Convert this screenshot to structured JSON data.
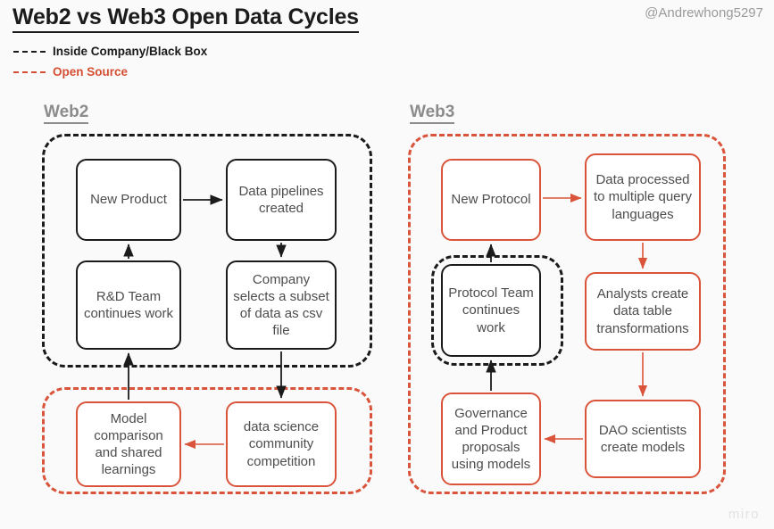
{
  "header": {
    "title": "Web2 vs Web3 Open Data Cycles",
    "handle": "@Andrewhong5297"
  },
  "legend": {
    "items": [
      {
        "label": "Inside Company/Black Box",
        "color": "#1b1b1b",
        "style": "dashed"
      },
      {
        "label": "Open Source",
        "color": "#d44f33",
        "style": "dashed"
      }
    ]
  },
  "sections": {
    "web2": {
      "label": "Web2"
    },
    "web3": {
      "label": "Web3"
    }
  },
  "groups": {
    "web2_company": {
      "name": "Inside Company/Black Box",
      "color": "#1b1b1b"
    },
    "web2_open": {
      "name": "Open Source",
      "color": "#d9543a"
    },
    "web3_open": {
      "name": "Open Source",
      "color": "#d9543a"
    },
    "web3_company": {
      "name": "Inside Company/Black Box",
      "color": "#1b1b1b"
    }
  },
  "nodes": {
    "web2": [
      {
        "id": "new-product",
        "label": "New Product",
        "color": "black"
      },
      {
        "id": "data-pipelines",
        "label": "Data pipelines created",
        "color": "black"
      },
      {
        "id": "rd-team",
        "label": "R&D Team continues work",
        "color": "black"
      },
      {
        "id": "company-selects",
        "label": "Company selects a subset of data as csv file",
        "color": "black"
      },
      {
        "id": "model-comparison",
        "label": "Model comparison and shared learnings",
        "color": "orange"
      },
      {
        "id": "data-science",
        "label": "data science community competition",
        "color": "orange"
      }
    ],
    "web3": [
      {
        "id": "new-protocol",
        "label": "New Protocol",
        "color": "orange"
      },
      {
        "id": "data-processed",
        "label": "Data processed to multiple query languages",
        "color": "orange"
      },
      {
        "id": "protocol-team",
        "label": "Protocol Team continues work",
        "color": "black"
      },
      {
        "id": "analysts",
        "label": "Analysts create data table transformations",
        "color": "orange"
      },
      {
        "id": "governance",
        "label": "Governance and Product proposals using models",
        "color": "orange"
      },
      {
        "id": "dao",
        "label": "DAO scientists create models",
        "color": "orange"
      }
    ]
  },
  "edges": {
    "web2": [
      {
        "from": "new-product",
        "to": "data-pipelines",
        "color": "#1b1b1b"
      },
      {
        "from": "data-pipelines",
        "to": "company-selects",
        "color": "#1b1b1b"
      },
      {
        "from": "company-selects",
        "to": "data-science",
        "color": "#1b1b1b"
      },
      {
        "from": "data-science",
        "to": "model-comparison",
        "color": "#d9543a"
      },
      {
        "from": "model-comparison",
        "to": "rd-team",
        "color": "#1b1b1b"
      },
      {
        "from": "rd-team",
        "to": "new-product",
        "color": "#1b1b1b"
      }
    ],
    "web3": [
      {
        "from": "new-protocol",
        "to": "data-processed",
        "color": "#d9543a"
      },
      {
        "from": "data-processed",
        "to": "analysts",
        "color": "#d9543a"
      },
      {
        "from": "analysts",
        "to": "dao",
        "color": "#d9543a"
      },
      {
        "from": "dao",
        "to": "governance",
        "color": "#d9543a"
      },
      {
        "from": "governance",
        "to": "protocol-team",
        "color": "#1b1b1b"
      },
      {
        "from": "protocol-team",
        "to": "new-protocol",
        "color": "#1b1b1b"
      }
    ]
  },
  "watermark": "miro",
  "colors": {
    "accent_orange": "#d9543a",
    "legend_orange": "#d44f33",
    "black": "#1b1b1b",
    "label_gray": "#8c8c8c",
    "node_text": "#4d4d4d",
    "background": "#fafafa"
  }
}
